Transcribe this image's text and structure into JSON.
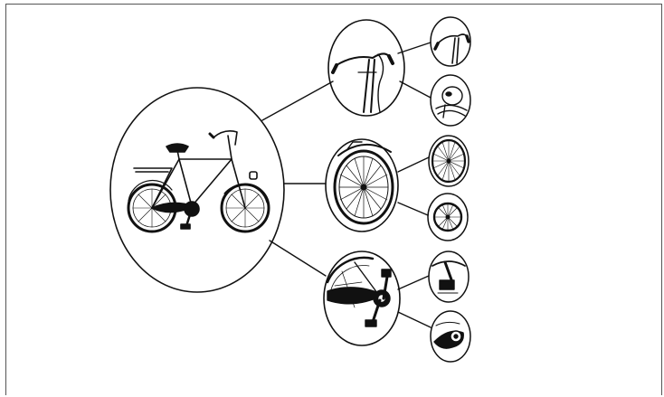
{
  "diagram": {
    "kind": "bicycle parts breakdown",
    "line_color": "#111111",
    "background": "#ffffff",
    "root": {
      "name": "bicycle"
    },
    "branches": [
      {
        "name": "handlebar",
        "children": [
          {
            "name": "handlebar-grips"
          },
          {
            "name": "bell"
          }
        ]
      },
      {
        "name": "wheel",
        "children": [
          {
            "name": "rear-wheel-spokes"
          },
          {
            "name": "front-wheel"
          }
        ]
      },
      {
        "name": "drivetrain",
        "children": [
          {
            "name": "pedal"
          },
          {
            "name": "chain-guard"
          }
        ]
      }
    ]
  }
}
